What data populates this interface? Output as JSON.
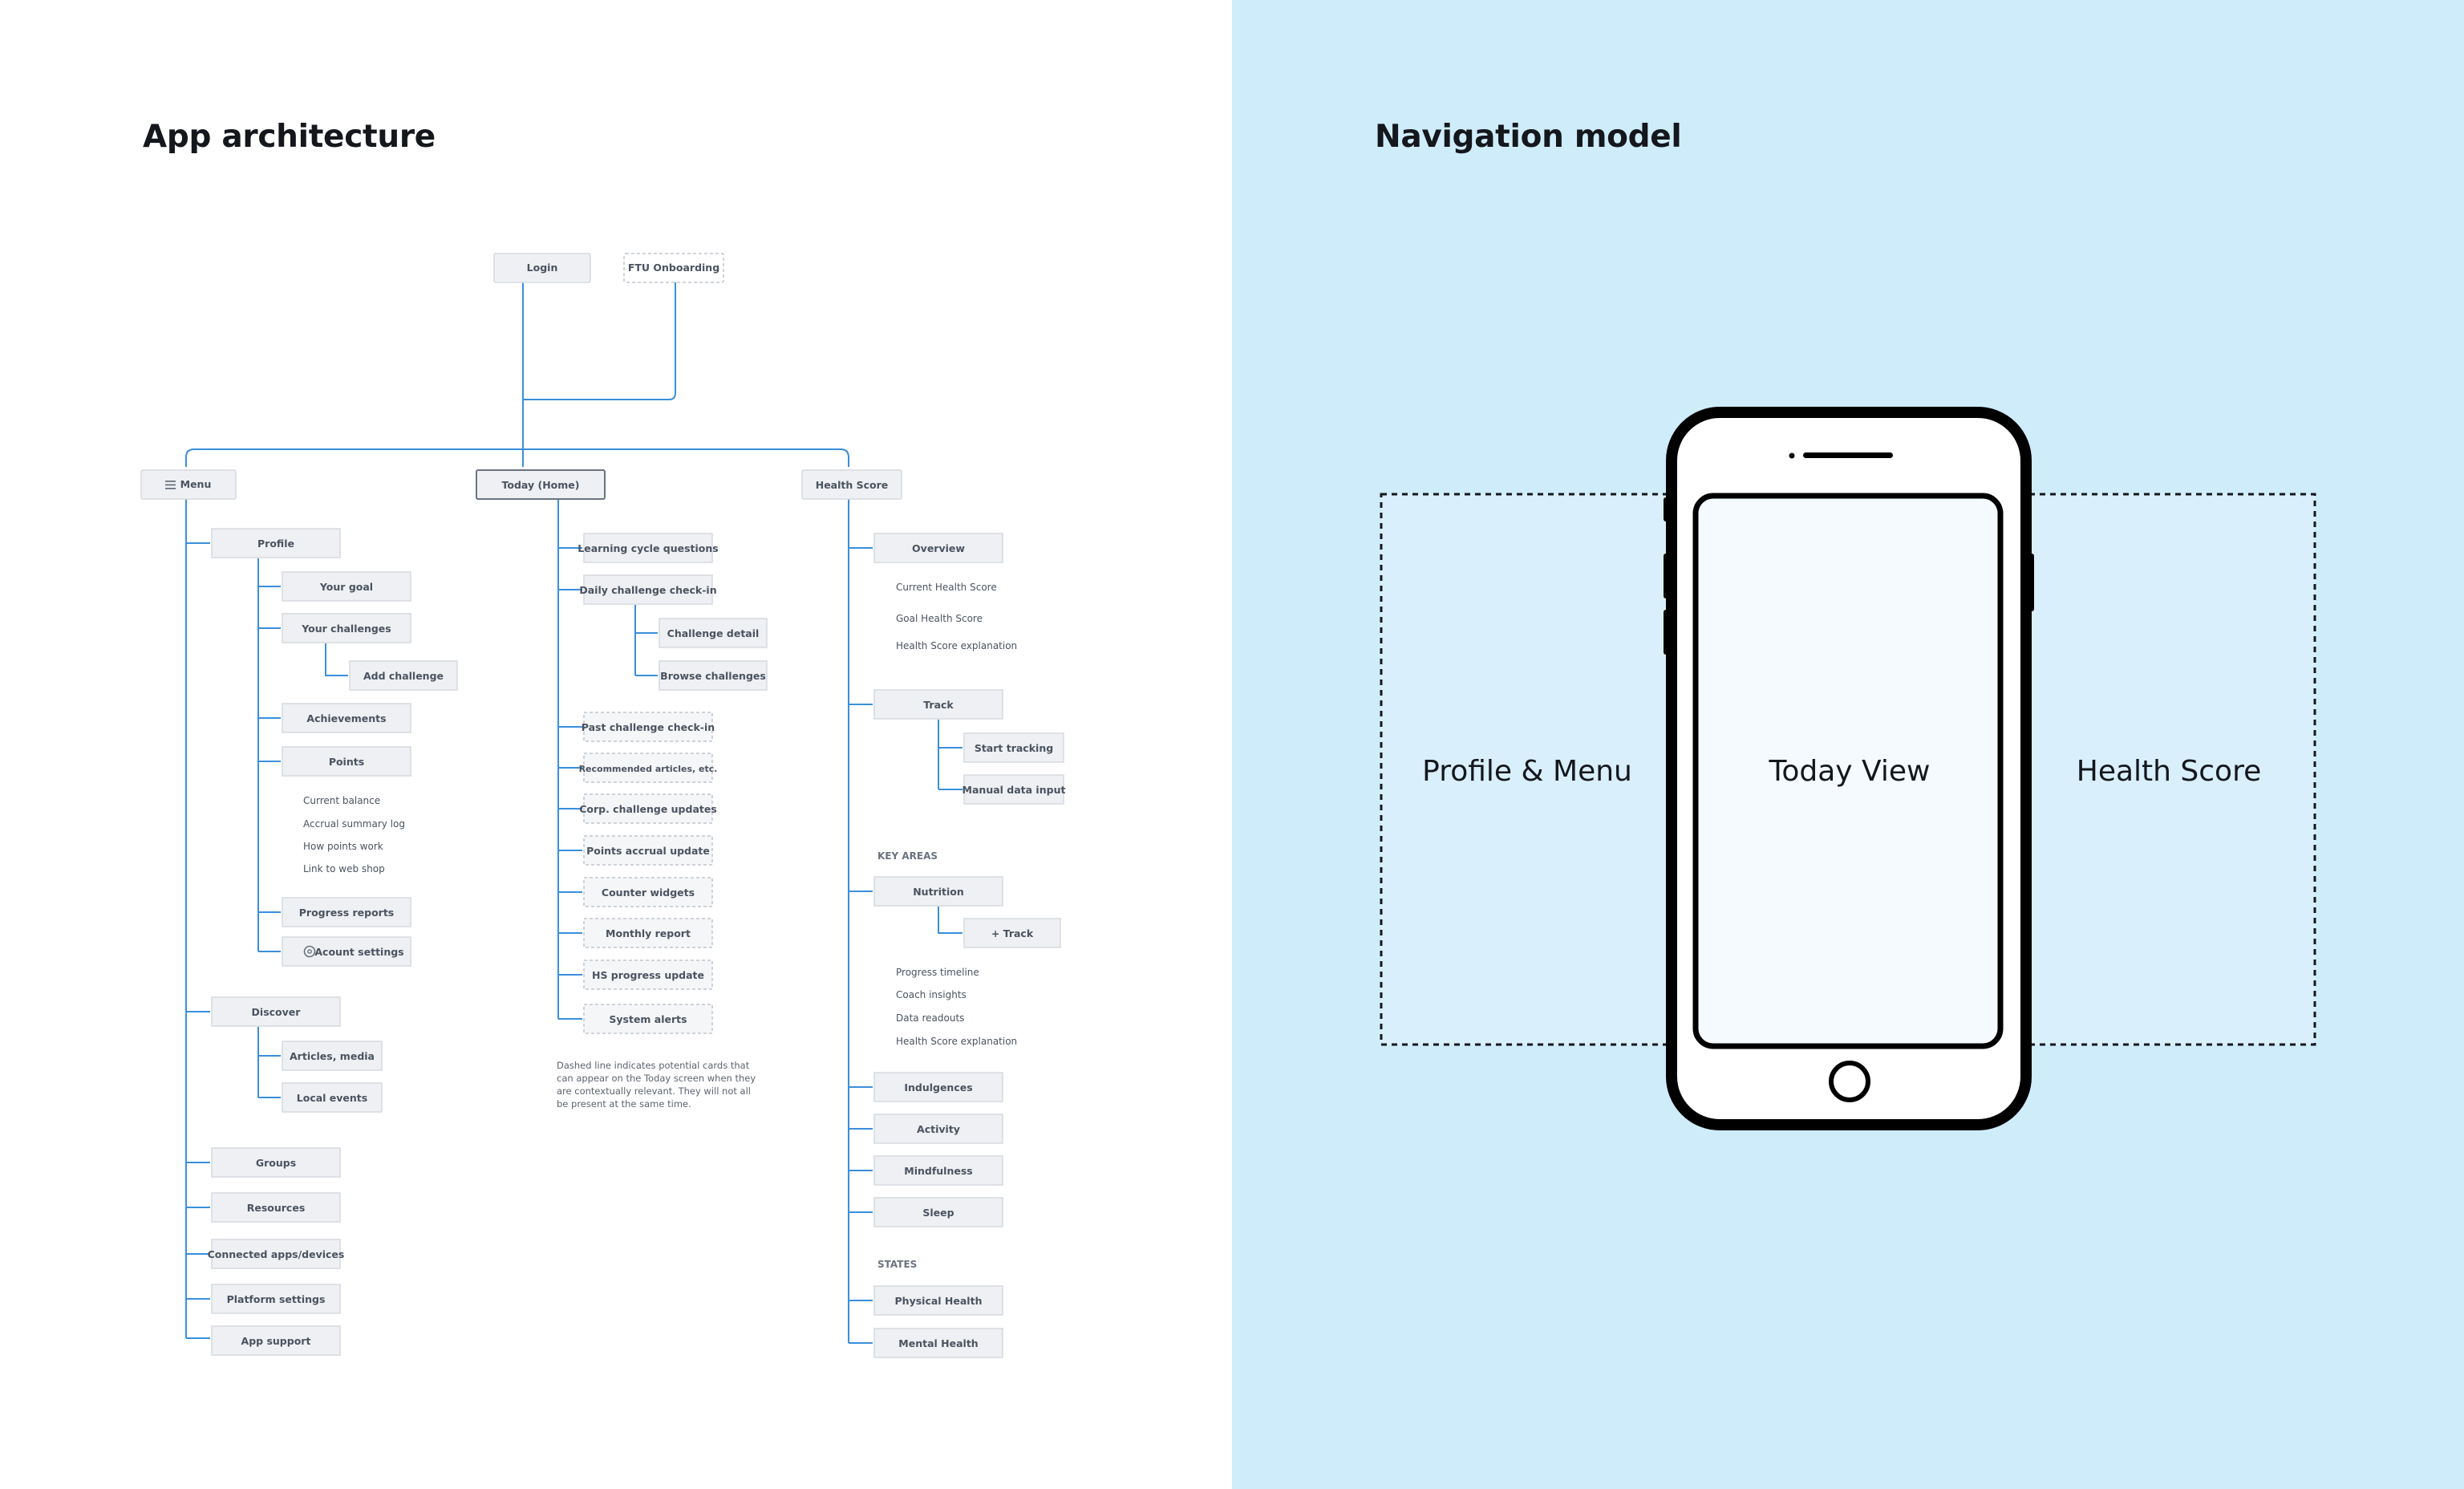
{
  "left_title": "App architecture",
  "right_title": "Navigation model",
  "tree": {
    "login": "Login",
    "ftu": "FTU Onboarding",
    "menu": "Menu",
    "today": "Today (Home)",
    "health": "Health Score",
    "menu_col": {
      "profile": "Profile",
      "your_goal": "Your goal",
      "your_challenges": "Your challenges",
      "add_challenge": "Add challenge",
      "achievements": "Achievements",
      "points": "Points",
      "points_items": [
        "Current balance",
        "Accrual summary log",
        "How points work",
        "Link to web shop"
      ],
      "progress_reports": "Progress reports",
      "account_settings": "Acount settings",
      "discover": "Discover",
      "articles_media": "Articles, media",
      "local_events": "Local events",
      "groups": "Groups",
      "resources": "Resources",
      "connected": "Connected apps/devices",
      "platform_settings": "Platform settings",
      "app_support": "App support"
    },
    "today_col": {
      "learning": "Learning cycle questions",
      "daily_checkin": "Daily challenge check-in",
      "challenge_detail": "Challenge detail",
      "browse_challenges": "Browse challenges",
      "past_checkin": "Past challenge check-in",
      "recommended": "Recommended articles, etc.",
      "corp_updates": "Corp. challenge updates",
      "points_accrual": "Points accrual update",
      "counter_widgets": "Counter widgets",
      "monthly_report": "Monthly report",
      "hs_progress": "HS progress update",
      "system_alerts": "System alerts",
      "note": [
        "Dashed line indicates potential cards that",
        "can appear on the Today screen when they",
        "are contextually relevant. They will not all",
        "be present at the same time."
      ]
    },
    "health_col": {
      "overview": "Overview",
      "overview_items": [
        "Current Health Score",
        "Goal Health Score",
        "Health Score explanation"
      ],
      "track": "Track",
      "start_tracking": "Start tracking",
      "manual_input": "Manual data input",
      "key_areas": "KEY AREAS",
      "nutrition": "Nutrition",
      "plus_track": "+ Track",
      "nutrition_items": [
        "Progress timeline",
        "Coach insights",
        "Data readouts",
        "Health Score explanation"
      ],
      "indulgences": "Indulgences",
      "activity": "Activity",
      "mindfulness": "Mindfulness",
      "sleep": "Sleep",
      "states": "STATES",
      "physical": "Physical Health",
      "mental": "Mental Health"
    }
  },
  "nav": {
    "left_label": "Profile & Menu",
    "center_label": "Today View",
    "right_label": "Health Score"
  },
  "icons": [
    "hamburger-icon",
    "gear-icon",
    "phone-icon"
  ]
}
